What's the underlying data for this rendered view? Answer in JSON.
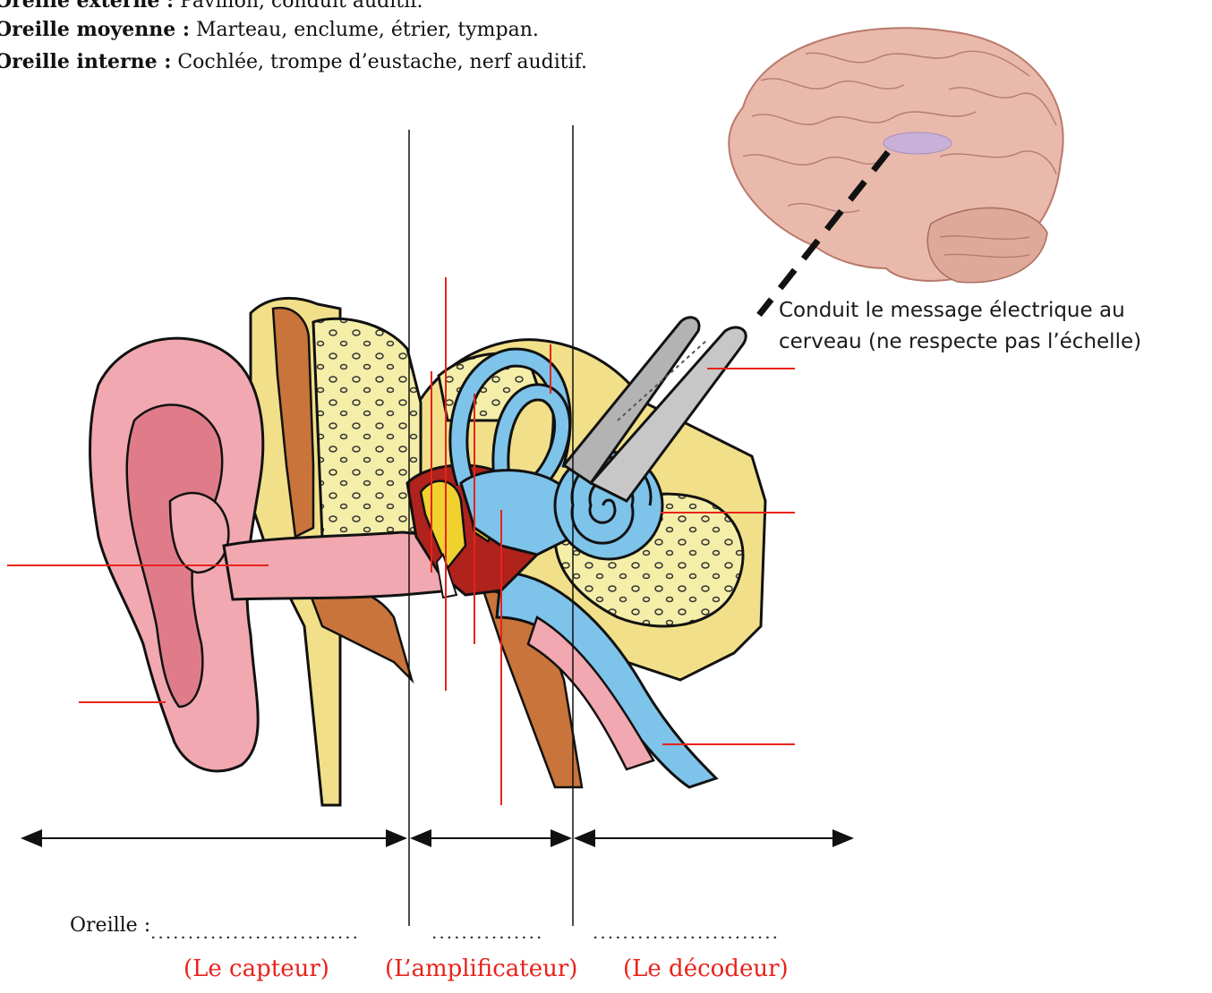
{
  "legend": {
    "external": {
      "term": "Oreille externe :",
      "parts": " Pavillon, conduit auditif."
    },
    "middle": {
      "term": "Oreille moyenne :",
      "parts": " Marteau, enclume, étrier, tympan."
    },
    "internal": {
      "term": "Oreille interne :",
      "parts": " Cochlée, trompe d’eustache, nerf auditif."
    }
  },
  "brain_caption": {
    "line1": "Conduit le message électrique au",
    "line2": "cerveau (ne respecte pas l’échelle)"
  },
  "answer": {
    "prefix": "Oreille :",
    "dots_1": "............................",
    "dots_2": "...............",
    "dots_3": "........................."
  },
  "roles": {
    "capteur": "(Le capteur)",
    "amplificateur": "(L’amplificateur)",
    "decodeur": "(Le décodeur)"
  },
  "colors": {
    "pinna": "#f2a8b0",
    "pinna_dark": "#e07c8a",
    "bone_yellow": "#f1e089",
    "bone_spotted": "#f5eea8",
    "canal_blue": "#7ec3ea",
    "muscle_brown": "#c9743a",
    "ossicle_red": "#b0221c",
    "nerve_grey": "#b3b3b3",
    "brain": "#e9b9ac",
    "pointer_red": "#e8231b"
  }
}
